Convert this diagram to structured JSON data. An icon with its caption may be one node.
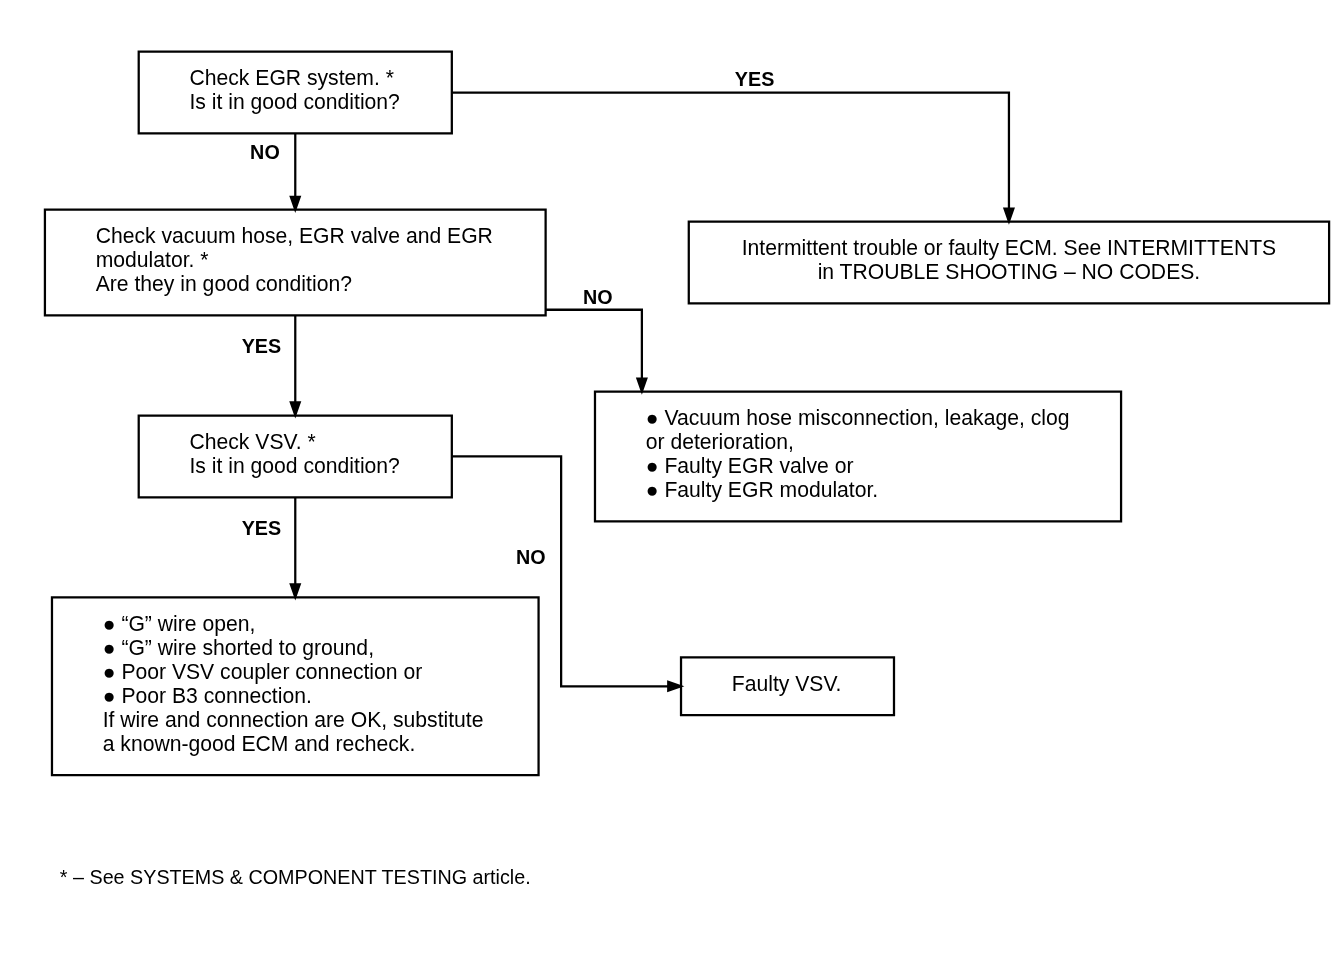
{
  "diagram": {
    "nodes": [
      {
        "text": [
          "Check EGR system. *",
          "Is it in good condition?"
        ]
      },
      {
        "text": [
          "Check vacuum hose, EGR valve and EGR modulator. *",
          "Are they in good condition?"
        ]
      },
      {
        "text": [
          "Intermittent trouble or faulty ECM. See INTERMITTENTS in TROUBLE SHOOTING – NO CODES."
        ]
      },
      {
        "text": [
          "Check VSV. *",
          "Is it in good condition?"
        ]
      },
      {
        "text": [
          "● Vacuum hose misconnection, leakage, clog or deterioration,",
          "● Faulty EGR valve or",
          "● Faulty EGR modulator."
        ]
      },
      {
        "text": [
          "● “G” wire open,",
          "● “G” wire shorted to ground,",
          "● Poor VSV coupler connection or",
          "● Poor B3 connection.",
          "If wire and connection are OK, substitute a known-good ECM and recheck."
        ]
      },
      {
        "text": [
          "Faulty VSV."
        ]
      }
    ],
    "edges": [
      {
        "from": 0,
        "to": 1,
        "arrow": "to",
        "label": "NO"
      },
      {
        "from": 0,
        "to": 2,
        "arrow": "to",
        "label": "YES"
      },
      {
        "from": 1,
        "to": 3,
        "arrow": "to",
        "label": "YES"
      },
      {
        "from": 1,
        "to": 4,
        "arrow": "to",
        "label": "NO"
      },
      {
        "from": 3,
        "to": 5,
        "arrow": "to",
        "label": "YES"
      },
      {
        "from": 3,
        "to": 6,
        "arrow": "to",
        "label": "NO"
      }
    ],
    "labels": [
      "* – See SYSTEMS & COMPONENT TESTING article."
    ]
  }
}
